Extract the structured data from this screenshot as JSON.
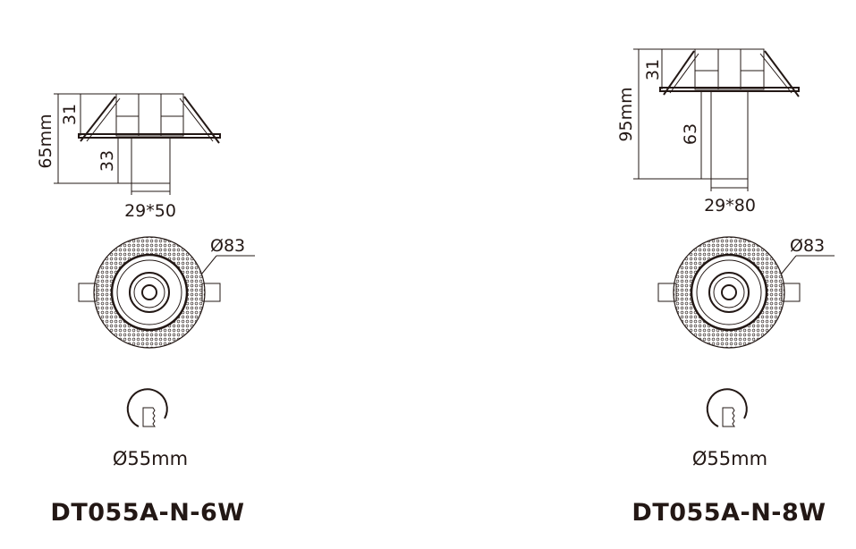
{
  "products": [
    {
      "model": "DT055A-N-6W",
      "total_height": "65mm",
      "trim_height": "31",
      "body_height": "33",
      "body_size": "29*50",
      "outer_diameter": "Ø83",
      "cutout": "Ø55mm",
      "cutout_icon": "cutout-hole-icon"
    },
    {
      "model": "DT055A-N-8W",
      "total_height": "95mm",
      "trim_height": "31",
      "body_height": "63",
      "body_size": "29*80",
      "outer_diameter": "Ø83",
      "cutout": "Ø55mm",
      "cutout_icon": "cutout-hole-icon"
    }
  ],
  "colors": {
    "line": "#231815",
    "background": "#ffffff"
  }
}
